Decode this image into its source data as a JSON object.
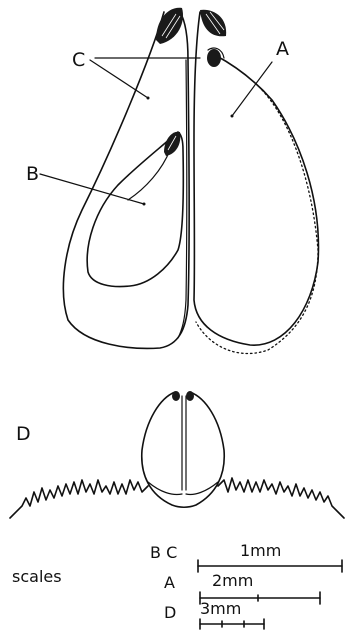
{
  "figure": {
    "labels": {
      "a": "A",
      "b": "B",
      "c": "C",
      "d": "D"
    },
    "scales": {
      "heading": "scales",
      "rows": [
        {
          "code": "B C",
          "length": "1mm"
        },
        {
          "code": "A",
          "length": "2mm"
        },
        {
          "code": "D",
          "length": "3mm"
        }
      ]
    },
    "colors": {
      "ink": "#111111",
      "paper": "#ffffff"
    }
  }
}
